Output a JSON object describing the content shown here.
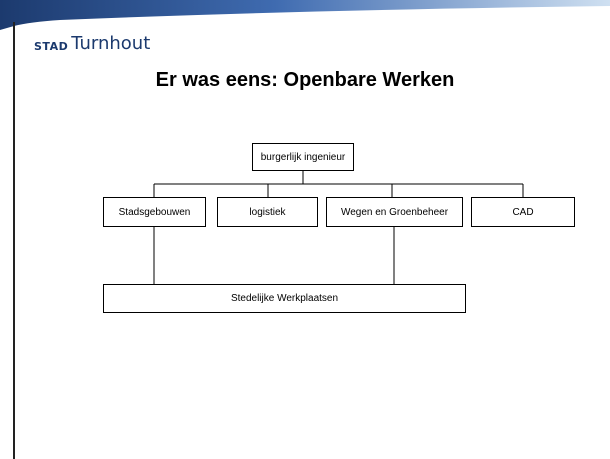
{
  "header": {
    "logo_prefix": "STAD",
    "logo_name": "Turnhout",
    "colors": {
      "brand_dark": "#1c3a6e",
      "brand_mid": "#3f6bb0",
      "brand_light": "#cfe0f1"
    }
  },
  "slide": {
    "title": "Er was eens: Openbare Werken"
  },
  "org_chart": {
    "root": "burgerlijk ingenieur",
    "departments": [
      "Stadsgebouwen",
      "logistiek",
      "Wegen en Groenbeheer",
      "CAD"
    ],
    "shared_unit": "Stedelijke Werkplaatsen"
  }
}
